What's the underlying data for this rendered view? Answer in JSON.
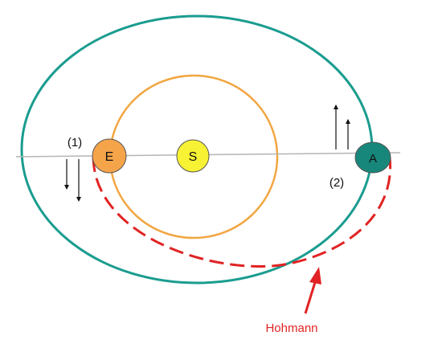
{
  "bodies": {
    "sun": {
      "label": "S",
      "color": "#f7f233"
    },
    "earth": {
      "label": "E",
      "color": "#f5a44a"
    },
    "asteroid": {
      "label": "A",
      "color": "#17877b"
    }
  },
  "orbits": {
    "earth_orbit_color": "#f2a641",
    "outer_orbit_color": "#1a9c8f",
    "transfer_color": "#e12323"
  },
  "burns": {
    "first": "(1)",
    "second": "(2)"
  },
  "transfer": {
    "label": "Hohmann"
  }
}
